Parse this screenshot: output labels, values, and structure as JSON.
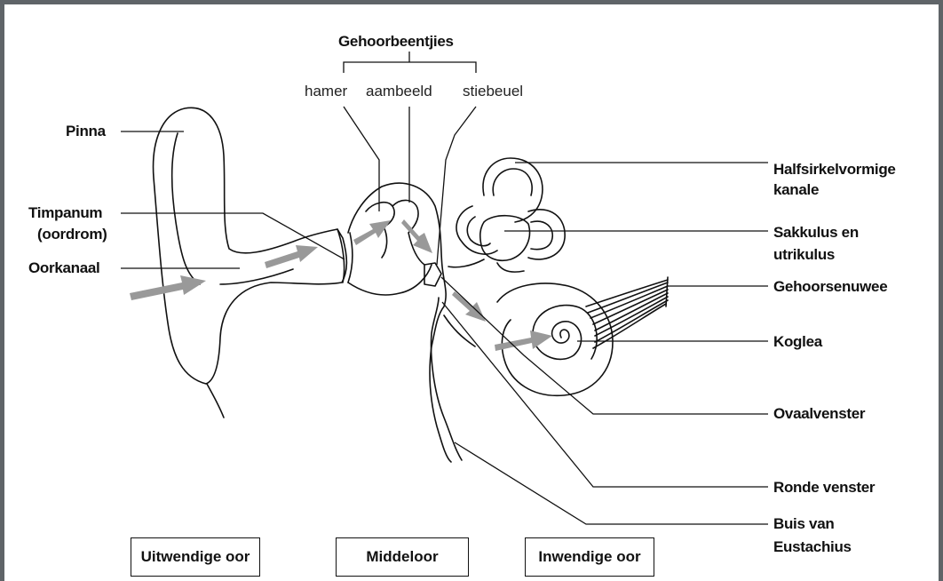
{
  "ossicles": {
    "title": "Gehoorbeentjies",
    "hammer": "hamer",
    "anvil": "aambeeld",
    "stirrup": "stiebeuel"
  },
  "left_labels": {
    "pinna": "Pinna",
    "tympanum_1": "Timpanum",
    "tympanum_2": "(oordrom)",
    "ear_canal": "Oorkanaal"
  },
  "right_labels": {
    "semicircular_1": "Halfsirkelvormige",
    "semicircular_2": "kanale",
    "saccule_1": "Sakkulus en",
    "saccule_2": "utrikulus",
    "auditory_nerve": "Gehoorsenuwee",
    "cochlea": "Koglea",
    "oval_window": "Ovaalvenster",
    "round_window": "Ronde venster",
    "eustachian_1": "Buis van",
    "eustachian_2": "Eustachius"
  },
  "sections": {
    "outer": "Uitwendige oor",
    "middle": "Middeloor",
    "inner": "Inwendige oor"
  },
  "colors": {
    "frame": "#5f6468",
    "arrow": "#999999",
    "line": "#111111"
  }
}
